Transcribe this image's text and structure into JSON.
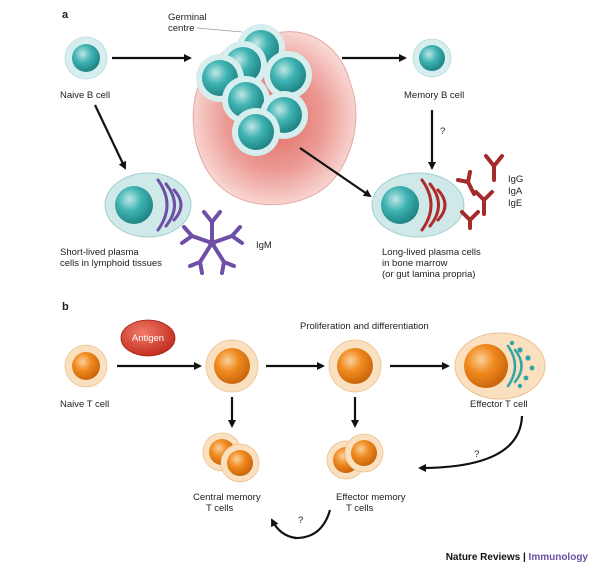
{
  "panels": {
    "a": "a",
    "b": "b"
  },
  "panel_a": {
    "germinal_centre_line1": "Germinal",
    "germinal_centre_line2": "centre",
    "naive_b_cell": "Naive B cell",
    "memory_b_cell": "Memory B cell",
    "question_mark": "?",
    "short_lived_line1": "Short-lived plasma",
    "short_lived_line2": "cells in lymphoid tissues",
    "igm": "IgM",
    "long_lived_line1": "Long-lived plasma cells",
    "long_lived_line2": "in bone marrow",
    "long_lived_line3": "(or gut lamina propria)",
    "igg": "IgG",
    "iga": "IgA",
    "ige": "IgE"
  },
  "panel_b": {
    "antigen": "Antigen",
    "proliferation": "Proliferation and differentiation",
    "naive_t_cell": "Naive T cell",
    "effector_t_cell": "Effector T cell",
    "question_mark_1": "?",
    "question_mark_2": "?",
    "central_memory_line1": "Central memory",
    "central_memory_line2": "T cells",
    "effector_memory_line1": "Effector memory",
    "effector_memory_line2": "T cells"
  },
  "credit": {
    "journal": "Nature Reviews",
    "separator": " | ",
    "subject": "Immunology"
  },
  "colors": {
    "b_cell": "#2fa5a5",
    "b_cell_halo": "#cfeaea",
    "germinal_centre": "#e98a8a",
    "antibody_purple": "#6e4fa5",
    "antibody_red": "#a52a2a",
    "t_cell": "#f08a1e",
    "t_cell_halo": "#f9dcb6",
    "antigen": "#d93a2a",
    "arrow": "#111111",
    "credit_accent": "#6a4fa0"
  }
}
